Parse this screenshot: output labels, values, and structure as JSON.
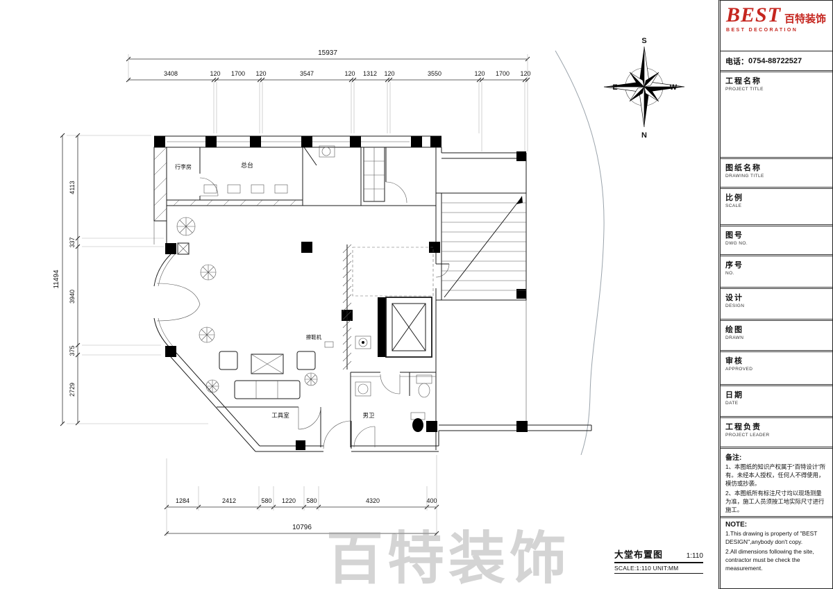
{
  "sheet": {
    "watermark": "百特装饰"
  },
  "logo": {
    "name": "BEST",
    "cn": "百特装饰",
    "en": "BEST DECORATION"
  },
  "contact": {
    "label": "电话：",
    "number": "0754-88722527"
  },
  "fields": {
    "project": {
      "cn": "工程名称",
      "en": "PROJECT TITLE"
    },
    "drawing": {
      "cn": "图纸名称",
      "en": "DRAWING TITLE"
    },
    "scale": {
      "cn": "比例",
      "en": "SCALE"
    },
    "dwg_no": {
      "cn": "图号",
      "en": "DWG NO."
    },
    "serial": {
      "cn": "序号",
      "en": "NO."
    },
    "design": {
      "cn": "设计",
      "en": "DESIGN"
    },
    "drawn": {
      "cn": "绘图",
      "en": "DRAWN"
    },
    "approved": {
      "cn": "审核",
      "en": "APPROVED"
    },
    "date": {
      "cn": "日期",
      "en": "DATE"
    },
    "leader": {
      "cn": "工程负责",
      "en": "PROJECT LEADER"
    }
  },
  "notes_cn": {
    "title": "备注:",
    "item1": "1、本图纸的知识产权属于“百特设计”所有。未经本人授权，任何人不得使用，模仿或抄袭。",
    "item2": "2、本图纸所有标注尺寸均以现场测量为准，施工人员须按工地实际尺寸进行施工。"
  },
  "notes_en": {
    "title": "NOTE:",
    "item1": "1.This drawing is property of \"BEST DESIGN\",anybody don't copy.",
    "item2": "2.All dimensions following the site, contractor must be check the measurement."
  },
  "dims": {
    "top_total": "15937",
    "top": [
      "3408",
      "120",
      "1700",
      "120",
      "3547",
      "120",
      "1312",
      "120",
      "3550",
      "120",
      "1700",
      "120"
    ],
    "left_total": "11494",
    "left": [
      "4113",
      "337",
      "3940",
      "375",
      "2729"
    ],
    "bottom": [
      "1284",
      "2412",
      "580",
      "1220",
      "580",
      "4320",
      "400"
    ],
    "bottom_total": "10796"
  },
  "plan": {
    "title": "大堂布置图",
    "ratio": "1:110",
    "scale_note": "SCALE:1:110  UNIT:MM",
    "rooms": {
      "luggage": "行李房",
      "reception": "总台",
      "shoe": "擦鞋机",
      "tool": "工具室",
      "mens": "男卫"
    },
    "compass": {
      "n": "N",
      "s": "S",
      "e": "E",
      "w": "W"
    }
  }
}
